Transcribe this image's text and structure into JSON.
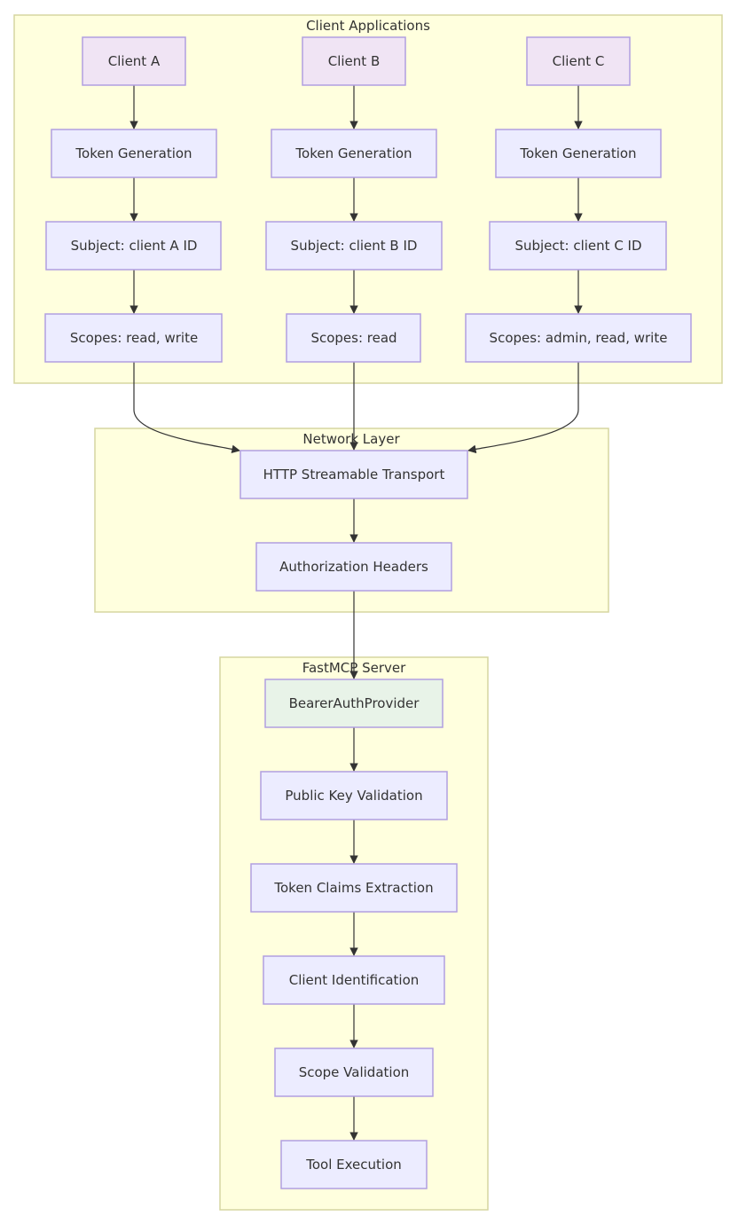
{
  "colors": {
    "cluster_fill": "#ffffde",
    "cluster_stroke": "#d6d6a0",
    "node_fill": "#ececff",
    "client_fill": "#f0e4f4",
    "provider_fill": "#e8f3e8",
    "node_stroke": "#b19fe0",
    "edge": "#333333"
  },
  "clusters": {
    "client_apps": "Client Applications",
    "network": "Network Layer",
    "server": "FastMCP Server"
  },
  "nodes": {
    "client_a": "Client A",
    "client_b": "Client B",
    "client_c": "Client C",
    "token_gen_a": "Token Generation",
    "token_gen_b": "Token Generation",
    "token_gen_c": "Token Generation",
    "subject_a": "Subject: client A ID",
    "subject_b": "Subject: client B ID",
    "subject_c": "Subject: client C ID",
    "scopes_a": "Scopes: read, write",
    "scopes_b": "Scopes: read",
    "scopes_c": "Scopes: admin, read, write",
    "http_transport": "HTTP Streamable Transport",
    "auth_headers": "Authorization Headers",
    "bearer_provider": "BearerAuthProvider",
    "public_key": "Public Key Validation",
    "claims": "Token Claims Extraction",
    "client_id": "Client Identification",
    "scope_validation": "Scope Validation",
    "tool_execution": "Tool Execution"
  }
}
